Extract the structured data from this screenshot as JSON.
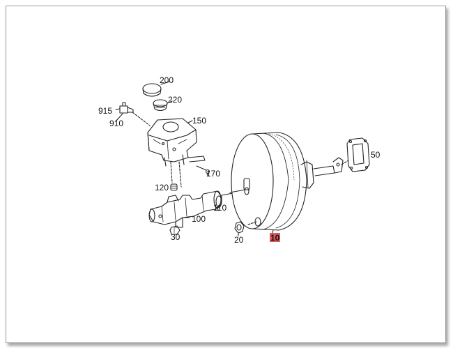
{
  "diagram": {
    "labels": {
      "p200": "200",
      "p220": "220",
      "p915": "915",
      "p910": "910",
      "p150": "150",
      "p170": "170",
      "p120": "120",
      "p110": "110",
      "p100": "100",
      "p30": "30",
      "p20": "20",
      "p10": "10",
      "p50": "50"
    },
    "highlight_part": "10",
    "colors": {
      "line": "#222222",
      "highlight_bg": "#e05a5a",
      "frame": "#9a9a9a"
    }
  }
}
